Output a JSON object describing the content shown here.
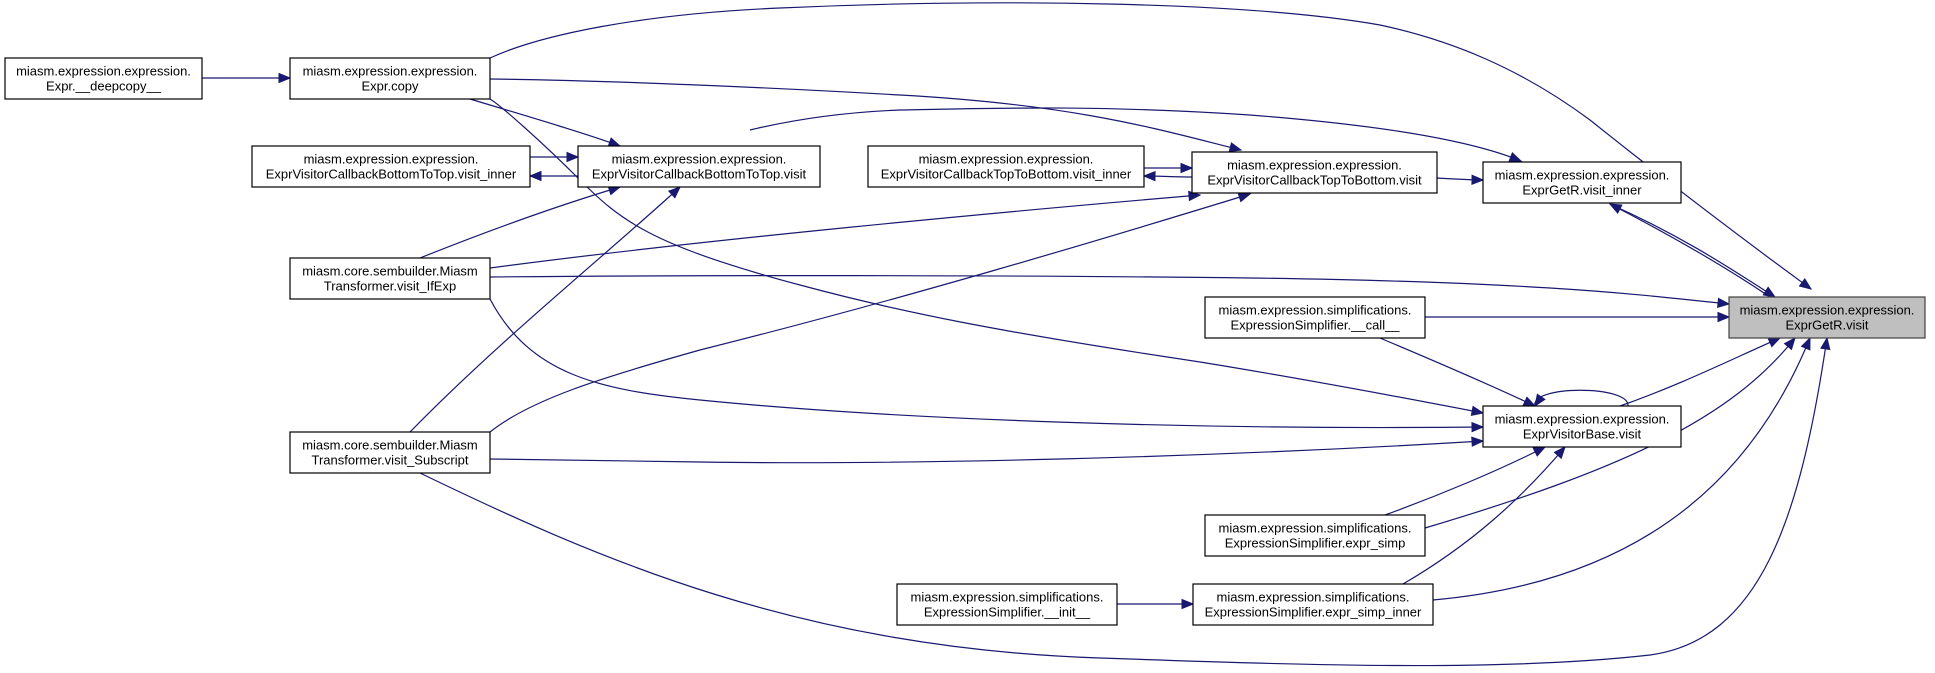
{
  "graph": {
    "accent_color": "#191970",
    "focus_fill": "#bfbfbf",
    "nodes": [
      {
        "id": "exprgetr_visit",
        "focus": true,
        "lines": [
          "miasm.expression.expression.",
          "ExprGetR.visit"
        ]
      },
      {
        "id": "deepcopy",
        "lines": [
          "miasm.expression.expression.",
          "Expr.__deepcopy__"
        ]
      },
      {
        "id": "expr_copy",
        "lines": [
          "miasm.expression.expression.",
          "Expr.copy"
        ]
      },
      {
        "id": "bottomtotop_visit_inner",
        "lines": [
          "miasm.expression.expression.",
          "ExprVisitorCallbackBottomToTop.visit_inner"
        ]
      },
      {
        "id": "bottomtotop_visit",
        "lines": [
          "miasm.expression.expression.",
          "ExprVisitorCallbackBottomToTop.visit"
        ]
      },
      {
        "id": "toptobottom_visit_inner",
        "lines": [
          "miasm.expression.expression.",
          "ExprVisitorCallbackTopToBottom.visit_inner"
        ]
      },
      {
        "id": "toptobottom_visit",
        "lines": [
          "miasm.expression.expression.",
          "ExprVisitorCallbackTopToBottom.visit"
        ]
      },
      {
        "id": "exprgetr_visit_inner",
        "lines": [
          "miasm.expression.expression.",
          "ExprGetR.visit_inner"
        ]
      },
      {
        "id": "visit_ifexp",
        "lines": [
          "miasm.core.sembuilder.Miasm",
          "Transformer.visit_IfExp"
        ]
      },
      {
        "id": "simplifier_call",
        "lines": [
          "miasm.expression.simplifications.",
          "ExpressionSimplifier.__call__"
        ]
      },
      {
        "id": "visitorbase_visit",
        "lines": [
          "miasm.expression.expression.",
          "ExprVisitorBase.visit"
        ]
      },
      {
        "id": "visit_subscript",
        "lines": [
          "miasm.core.sembuilder.Miasm",
          "Transformer.visit_Subscript"
        ]
      },
      {
        "id": "expr_simp",
        "lines": [
          "miasm.expression.simplifications.",
          "ExpressionSimplifier.expr_simp"
        ]
      },
      {
        "id": "simplifier_init",
        "lines": [
          "miasm.expression.simplifications.",
          "ExpressionSimplifier.__init__"
        ]
      },
      {
        "id": "expr_simp_inner",
        "lines": [
          "miasm.expression.simplifications.",
          "ExpressionSimplifier.expr_simp_inner"
        ]
      }
    ],
    "edges": [
      {
        "from": "exprgetr_visit",
        "to": "expr_copy"
      },
      {
        "from": "expr_copy",
        "to": "deepcopy"
      },
      {
        "from": "exprgetr_visit",
        "to": "exprgetr_visit_inner"
      },
      {
        "from": "exprgetr_visit_inner",
        "to": "toptobottom_visit"
      },
      {
        "from": "exprgetr_visit_inner",
        "to": "bottomtotop_visit"
      },
      {
        "from": "exprgetr_visit_inner",
        "to": "exprgetr_visit"
      },
      {
        "from": "toptobottom_visit",
        "to": "toptobottom_visit_inner"
      },
      {
        "from": "toptobottom_visit_inner",
        "to": "toptobottom_visit"
      },
      {
        "from": "toptobottom_visit",
        "to": "expr_copy"
      },
      {
        "from": "toptobottom_visit",
        "to": "visit_ifexp"
      },
      {
        "from": "toptobottom_visit",
        "to": "visit_subscript"
      },
      {
        "from": "bottomtotop_visit",
        "to": "bottomtotop_visit_inner"
      },
      {
        "from": "bottomtotop_visit_inner",
        "to": "bottomtotop_visit"
      },
      {
        "from": "bottomtotop_visit",
        "to": "expr_copy"
      },
      {
        "from": "bottomtotop_visit",
        "to": "visit_ifexp"
      },
      {
        "from": "bottomtotop_visit",
        "to": "visit_subscript"
      },
      {
        "from": "exprgetr_visit",
        "to": "visit_ifexp"
      },
      {
        "from": "exprgetr_visit",
        "to": "simplifier_call"
      },
      {
        "from": "exprgetr_visit",
        "to": "visitorbase_visit"
      },
      {
        "from": "visitorbase_visit",
        "to": "visitorbase_visit"
      },
      {
        "from": "visitorbase_visit",
        "to": "expr_copy"
      },
      {
        "from": "visitorbase_visit",
        "to": "visit_ifexp"
      },
      {
        "from": "visitorbase_visit",
        "to": "visit_subscript"
      },
      {
        "from": "visitorbase_visit",
        "to": "simplifier_call"
      },
      {
        "from": "visitorbase_visit",
        "to": "expr_simp"
      },
      {
        "from": "visitorbase_visit",
        "to": "expr_simp_inner"
      },
      {
        "from": "exprgetr_visit",
        "to": "expr_simp"
      },
      {
        "from": "exprgetr_visit",
        "to": "expr_simp_inner"
      },
      {
        "from": "expr_simp_inner",
        "to": "simplifier_init"
      },
      {
        "from": "exprgetr_visit",
        "to": "visit_subscript"
      }
    ]
  }
}
